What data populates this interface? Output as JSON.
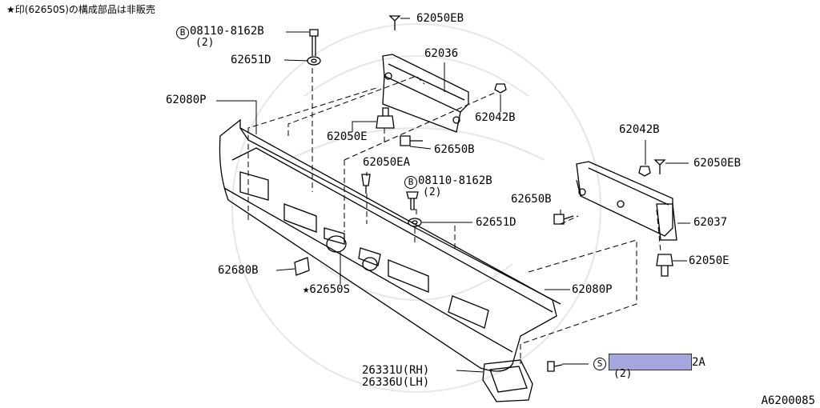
{
  "note": "★印(62650S)の構成部品は非販売",
  "reference_code": "A6200085",
  "highlight_color": "#a6a6de",
  "labels": {
    "l62050eb_top": "62050EB",
    "l08110_top_code": "08110-8162B",
    "l08110_top_qty": "(2)",
    "l62036": "62036",
    "l62651d_top": "62651D",
    "l62080p_top": "62080P",
    "l62042b_mid": "62042B",
    "l62050e_left": "62050E",
    "l62650b_mid": "62650B",
    "l62042b_right": "62042B",
    "l62050ea": "62050EA",
    "l62050eb_right": "62050EB",
    "l08110_mid_code": "08110-8162B",
    "l08110_mid_qty": "(2)",
    "l62650b_right": "62650B",
    "l62037": "62037",
    "l62651d_mid": "62651D",
    "l62050e_right": "62050E",
    "l62680b": "62680B",
    "l62650s": "★62650S",
    "l62080p_bottom": "62080P",
    "l_s_part_suffix": "2A",
    "l_s_part_qty": "(2)",
    "l26331u": "26331U(RH)",
    "l26336u": "26336U(LH)"
  },
  "circle_marks": {
    "b": "B",
    "s": "S"
  }
}
